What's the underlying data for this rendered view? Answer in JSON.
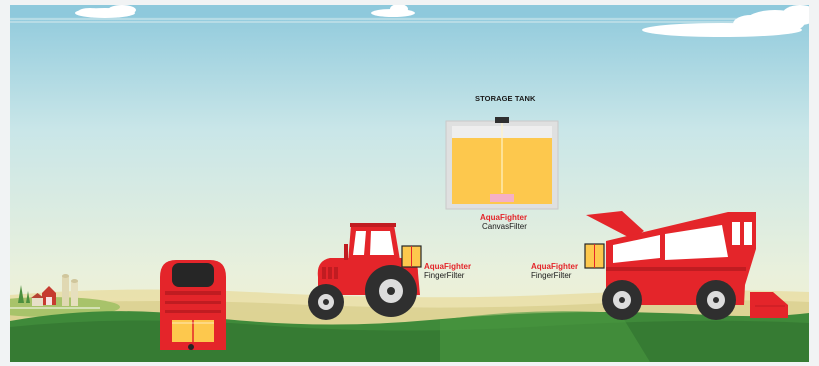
{
  "storage_tank": {
    "title": "STORAGE TANK",
    "brand": "AquaFighter",
    "product": "CanvasFilter"
  },
  "tractor": {
    "brand": "AquaFighter",
    "product": "FingerFilter"
  },
  "harvester": {
    "brand": "AquaFighter",
    "product": "FingerFilter"
  },
  "colors": {
    "sky_top": "#8ec9dc",
    "sky_bottom": "#eef2d8",
    "grass": "#3f8a3a",
    "vehicle_red": "#e4252a",
    "fuel_yellow": "#fdc84d",
    "tank_frame": "#dfe0e0",
    "accent_pink": "#f5b0c5",
    "brand_text": "#e4252a"
  }
}
